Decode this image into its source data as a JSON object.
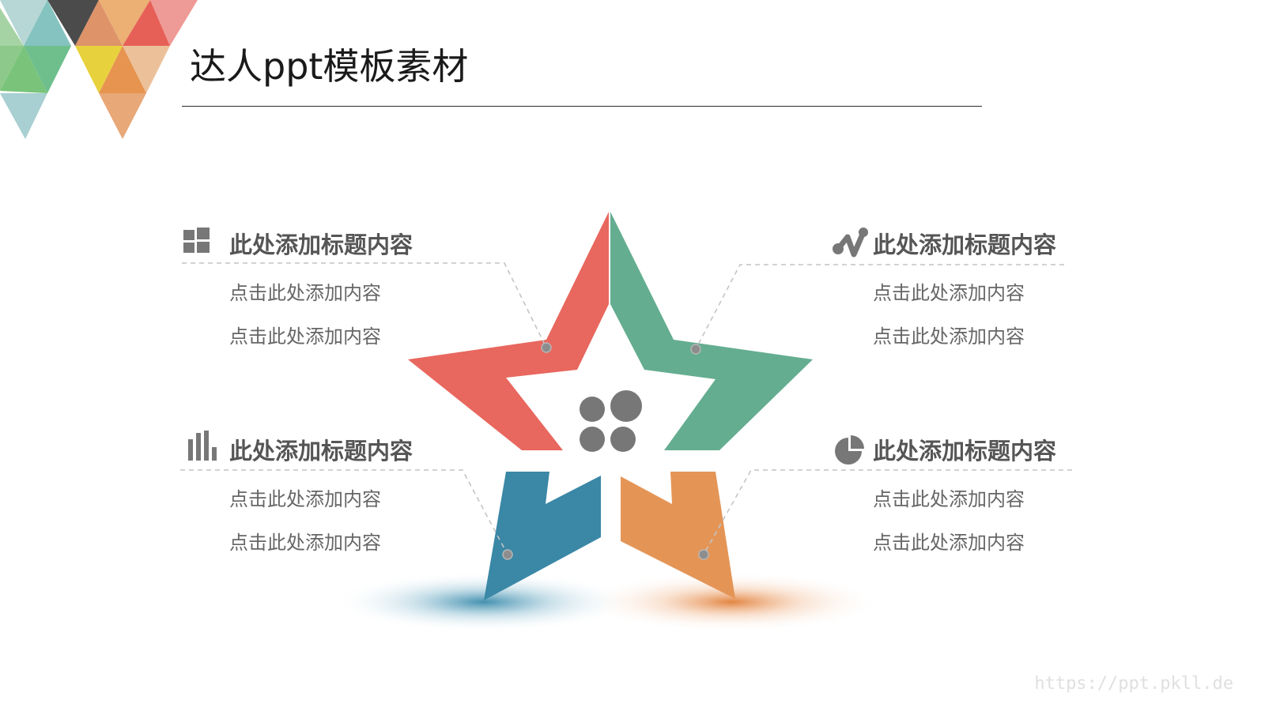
{
  "title": "达人ppt模板素材",
  "blocks": [
    {
      "id": "top-left",
      "icon": "grid-icon",
      "heading": "此处添加标题内容",
      "lines": [
        "点击此处添加内容",
        "点击此处添加内容"
      ]
    },
    {
      "id": "top-right",
      "icon": "trend-line-icon",
      "heading": "此处添加标题内容",
      "lines": [
        "点击此处添加内容",
        "点击此处添加内容"
      ]
    },
    {
      "id": "bottom-left",
      "icon": "bar-chart-icon",
      "heading": "此处添加标题内容",
      "lines": [
        "点击此处添加内容",
        "点击此处添加内容"
      ]
    },
    {
      "id": "bottom-right",
      "icon": "pie-chart-icon",
      "heading": "此处添加标题内容",
      "lines": [
        "点击此处添加内容",
        "点击此处添加内容"
      ]
    }
  ],
  "center_icon": "four-dots-icon",
  "colors": {
    "red": "#E8675E",
    "green": "#64AD91",
    "blue": "#3A87A6",
    "orange": "#E49556",
    "icon_gray": "#777777",
    "text_gray": "#666666"
  },
  "watermark": "https://ppt.pkll.de"
}
